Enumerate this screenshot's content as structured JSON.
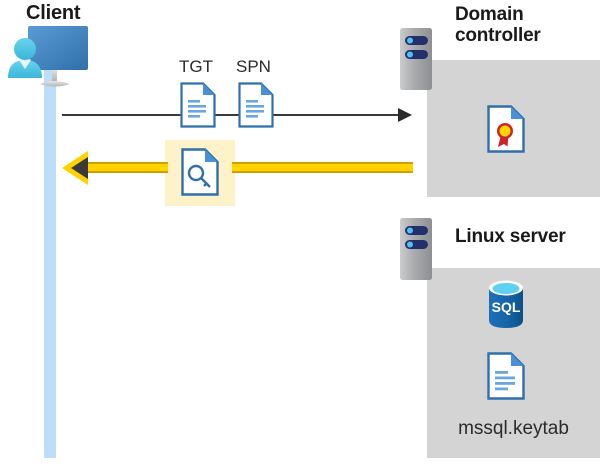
{
  "diagram": {
    "type": "kerberos-authentication-flow",
    "client": {
      "title": "Client",
      "icon": "workstation-user-icon",
      "lifeline_color": "#bdddfb"
    },
    "domain_controller": {
      "title": "Domain controller",
      "icon": "server-rack-icon",
      "panel_color": "#d4d4d4",
      "contents": [
        {
          "icon": "certificate-document-icon",
          "label": ""
        }
      ]
    },
    "linux_server": {
      "title": "Linux server",
      "icon": "server-rack-icon",
      "panel_color": "#d4d4d4",
      "contents": [
        {
          "icon": "sql-database-icon",
          "label": "SQL"
        },
        {
          "icon": "document-icon",
          "label": "mssql.keytab"
        }
      ]
    },
    "messages": [
      {
        "name": "request",
        "direction": "client-to-domain-controller",
        "style": "thin-black-arrow",
        "color": "#3a3a3a",
        "artifacts": [
          {
            "label": "TGT",
            "icon": "document-icon"
          },
          {
            "label": "SPN",
            "icon": "document-icon"
          }
        ]
      },
      {
        "name": "response",
        "direction": "domain-controller-to-client",
        "style": "thick-yellow-arrow",
        "color": "#ffd200",
        "highlight_color": "#fdf2c8",
        "artifacts": [
          {
            "label": "",
            "icon": "key-document-icon"
          }
        ]
      }
    ]
  }
}
